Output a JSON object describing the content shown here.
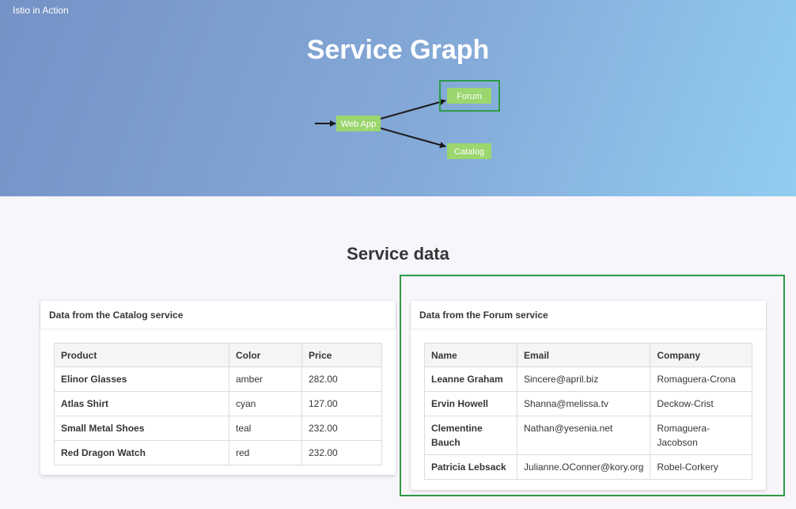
{
  "brand": "Istio in Action",
  "hero": {
    "title": "Service Graph",
    "nodes": {
      "webapp": "Web App",
      "forum": "Forum",
      "catalog": "Catalog"
    }
  },
  "colors": {
    "node_fill": "#9bd66e",
    "highlight": "#2e9a46",
    "edge": "#1a1a1a"
  },
  "section_title": "Service data",
  "catalog": {
    "header": "Data from the Catalog service",
    "columns": [
      "Product",
      "Color",
      "Price"
    ],
    "rows": [
      [
        "Elinor Glasses",
        "amber",
        "282.00"
      ],
      [
        "Atlas Shirt",
        "cyan",
        "127.00"
      ],
      [
        "Small Metal Shoes",
        "teal",
        "232.00"
      ],
      [
        "Red Dragon Watch",
        "red",
        "232.00"
      ]
    ]
  },
  "forum": {
    "header": "Data from the Forum service",
    "columns": [
      "Name",
      "Email",
      "Company"
    ],
    "rows": [
      [
        "Leanne Graham",
        "Sincere@april.biz",
        "Romaguera-Crona"
      ],
      [
        "Ervin Howell",
        "Shanna@melissa.tv",
        "Deckow-Crist"
      ],
      [
        "Clementine Bauch",
        "Nathan@yesenia.net",
        "Romaguera-Jacobson"
      ],
      [
        "Patricia Lebsack",
        "Julianne.OConner@kory.org",
        "Robel-Corkery"
      ]
    ]
  }
}
